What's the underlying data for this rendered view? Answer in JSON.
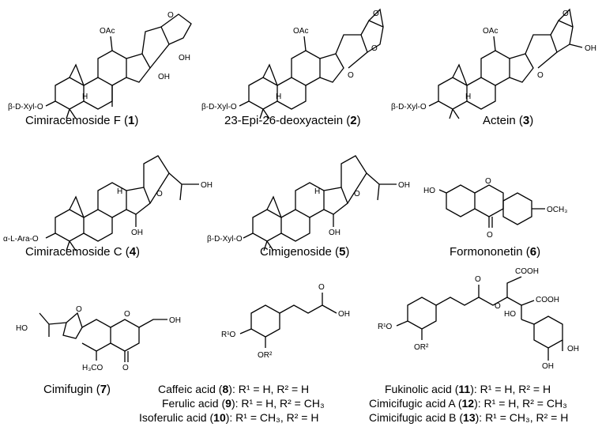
{
  "compounds": [
    {
      "name": "Cimiracemoside F",
      "num": "1"
    },
    {
      "name": "23-Epi-26-deoxyactein",
      "num": "2"
    },
    {
      "name": "Actein",
      "num": "3"
    },
    {
      "name": "Cimiracemoside C",
      "num": "4"
    },
    {
      "name": "Cimigenoside",
      "num": "5"
    },
    {
      "name": "Formononetin",
      "num": "6"
    },
    {
      "name": "Cimifugin",
      "num": "7"
    }
  ],
  "acids_caffeic": [
    {
      "name": "Caffeic acid",
      "num": "8",
      "r": ": R¹ = H, R² = H"
    },
    {
      "name": "Ferulic acid",
      "num": "9",
      "r": ": R¹ = H, R² = CH₃"
    },
    {
      "name": "Isoferulic acid",
      "num": "10",
      "r": ": R¹ = CH₃, R² = H"
    }
  ],
  "acids_fukinolic": [
    {
      "name": "Fukinolic acid",
      "num": "11",
      "r": ": R¹ = H, R² = H"
    },
    {
      "name": "Cimicifugic acid A",
      "num": "12",
      "r": ": R¹ = H, R² = CH₃"
    },
    {
      "name": "Cimicifugic acid B",
      "num": "13",
      "r": ": R¹ = CH₃, R² = H"
    }
  ],
  "atom_labels": {
    "xyl": "β-D-Xyl-O",
    "ara": "α-L-Ara-O",
    "oac": "OAc",
    "oh": "OH",
    "o": "O",
    "h": "H",
    "och3": "OCH₃",
    "ho": "HO",
    "h3co": "H₃CO",
    "cooh": "COOH",
    "r1o": "R¹O",
    "or2": "OR²"
  }
}
